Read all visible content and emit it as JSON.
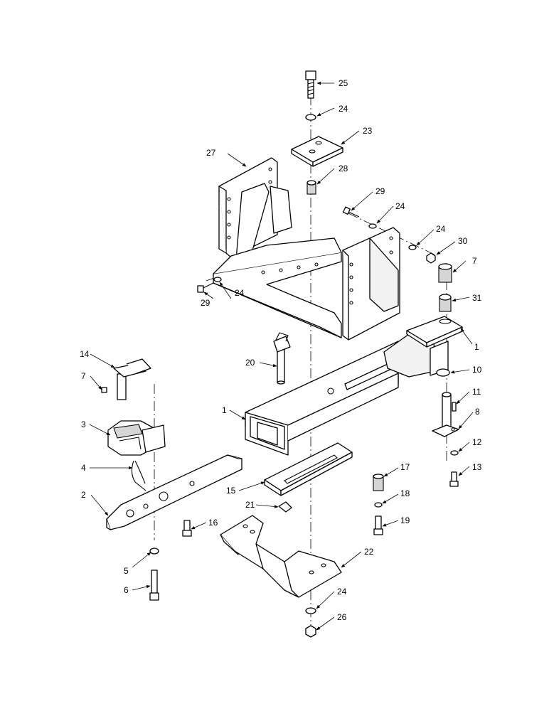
{
  "callouts": [
    {
      "id": "c1a",
      "number": "1"
    },
    {
      "id": "c1b",
      "number": "1"
    },
    {
      "id": "c2",
      "number": "2"
    },
    {
      "id": "c3",
      "number": "3"
    },
    {
      "id": "c4",
      "number": "4"
    },
    {
      "id": "c5",
      "number": "5"
    },
    {
      "id": "c6",
      "number": "6"
    },
    {
      "id": "c7a",
      "number": "7"
    },
    {
      "id": "c7b",
      "number": "7"
    },
    {
      "id": "c8",
      "number": "8"
    },
    {
      "id": "c10",
      "number": "10"
    },
    {
      "id": "c11",
      "number": "11"
    },
    {
      "id": "c12",
      "number": "12"
    },
    {
      "id": "c13",
      "number": "13"
    },
    {
      "id": "c14",
      "number": "14"
    },
    {
      "id": "c15",
      "number": "15"
    },
    {
      "id": "c16",
      "number": "16"
    },
    {
      "id": "c17",
      "number": "17"
    },
    {
      "id": "c18",
      "number": "18"
    },
    {
      "id": "c19",
      "number": "19"
    },
    {
      "id": "c20",
      "number": "20"
    },
    {
      "id": "c21",
      "number": "21"
    },
    {
      "id": "c22",
      "number": "22"
    },
    {
      "id": "c23",
      "number": "23"
    },
    {
      "id": "c24a",
      "number": "24"
    },
    {
      "id": "c24b",
      "number": "24"
    },
    {
      "id": "c24c",
      "number": "24"
    },
    {
      "id": "c24d",
      "number": "24"
    },
    {
      "id": "c24e",
      "number": "24"
    },
    {
      "id": "c25",
      "number": "25"
    },
    {
      "id": "c26",
      "number": "26"
    },
    {
      "id": "c27",
      "number": "27"
    },
    {
      "id": "c28",
      "number": "28"
    },
    {
      "id": "c29a",
      "number": "29"
    },
    {
      "id": "c29b",
      "number": "29"
    },
    {
      "id": "c30",
      "number": "30"
    },
    {
      "id": "c31",
      "number": "31"
    }
  ]
}
